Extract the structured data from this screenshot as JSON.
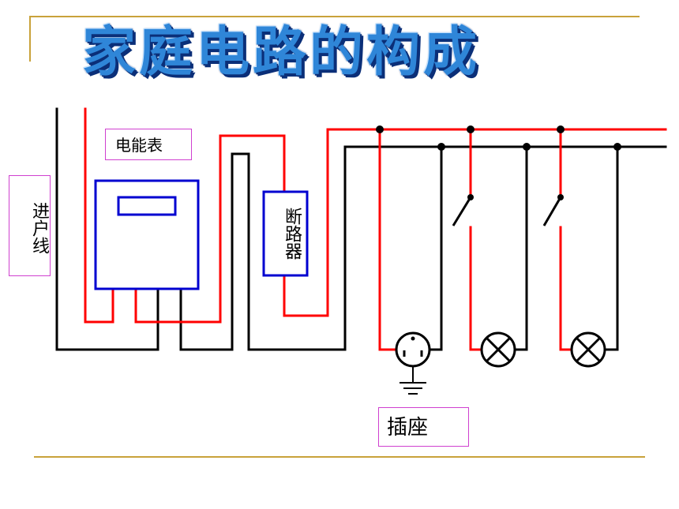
{
  "slide": {
    "title": "家庭电路的构成"
  },
  "labels": {
    "meter": "电能表",
    "inlet": "进户线",
    "breaker": "断路器",
    "socket": "插座"
  },
  "colors": {
    "live_wire": "#ff0000",
    "neutral_wire": "#000000",
    "device_outline": "#0000d0",
    "label_border": "#d040d0",
    "title_fill": "#2f86d8",
    "frame_rule": "#c9a23a"
  }
}
